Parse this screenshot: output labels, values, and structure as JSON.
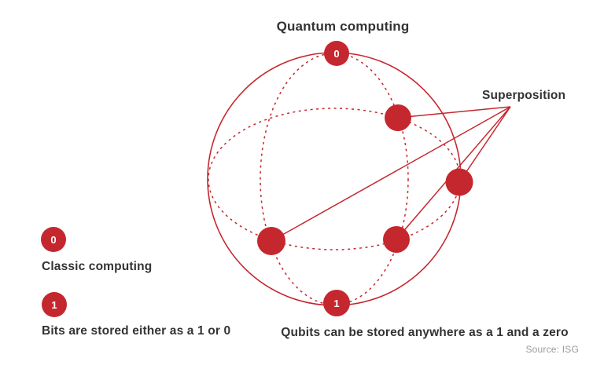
{
  "palette": {
    "red": "#C5272E",
    "text": "#333333",
    "muted": "#9A9A9A",
    "white": "#FFFFFF"
  },
  "title": "Quantum computing",
  "superposition": {
    "label": "Superposition"
  },
  "sphere": {
    "top_pole_badge": "0",
    "bottom_pole_badge": "1",
    "caption": "Qubits can be stored anywhere as a 1 and a zero"
  },
  "legend": {
    "zero_badge": "0",
    "one_badge": "1",
    "heading": "Classic computing",
    "caption": "Bits are stored either as a 1 or 0"
  },
  "source": "Source: ISG"
}
